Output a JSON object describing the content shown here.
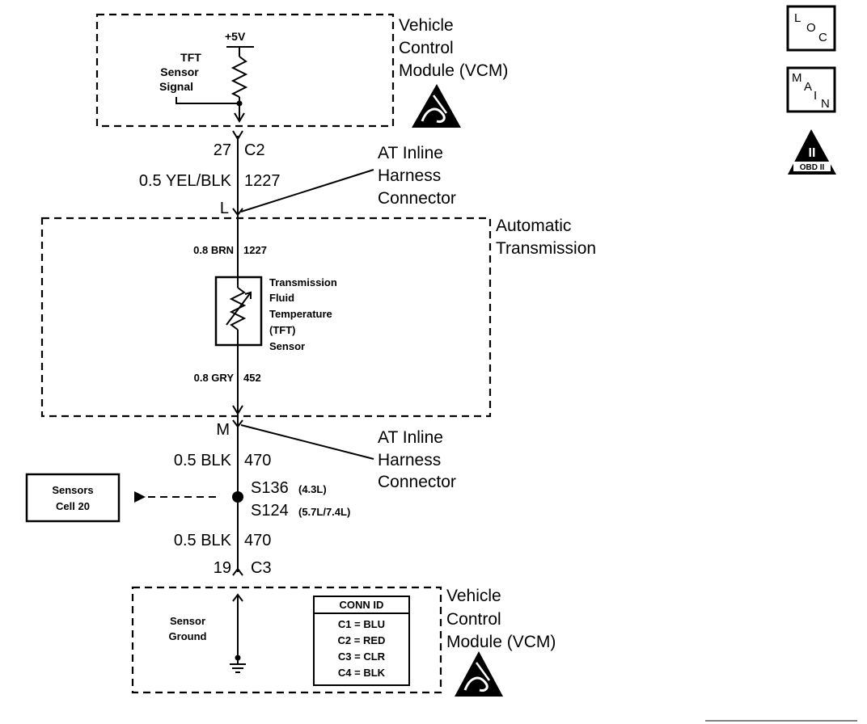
{
  "vcm_top": {
    "title_lines": [
      "Vehicle",
      "Control",
      "Module (VCM)"
    ],
    "supply": "+5V",
    "signal_lines": [
      "TFT",
      "Sensor",
      "Signal"
    ]
  },
  "connector_c2": {
    "pin": "27",
    "connector": "C2"
  },
  "wire_top": {
    "gauge_color": "0.5 YEL/BLK",
    "circuit": "1227"
  },
  "inline_connector_upper": {
    "pin": "L",
    "label_lines": [
      "AT Inline",
      "Harness",
      "Connector"
    ]
  },
  "transmission": {
    "title_lines": [
      "Automatic",
      "Transmission"
    ],
    "wire_in": {
      "gauge_color": "0.8 BRN",
      "circuit": "1227"
    },
    "sensor_lines": [
      "Transmission",
      "Fluid",
      "Temperature",
      "(TFT)",
      "Sensor"
    ],
    "wire_out": {
      "gauge_color": "0.8 GRY",
      "circuit": "452"
    }
  },
  "inline_connector_lower": {
    "pin": "M",
    "label_lines": [
      "AT Inline",
      "Harness",
      "Connector"
    ]
  },
  "wire_mid": {
    "gauge_color": "0.5 BLK",
    "circuit": "470"
  },
  "splice": {
    "s1": "S136",
    "s1_note": "(4.3L)",
    "s2": "S124",
    "s2_note": "(5.7L/7.4L)"
  },
  "reference_box": {
    "lines": [
      "Sensors",
      "Cell 20"
    ]
  },
  "wire_bottom": {
    "gauge_color": "0.5 BLK",
    "circuit": "470"
  },
  "connector_c3": {
    "pin": "19",
    "connector": "C3"
  },
  "vcm_bottom": {
    "title_lines": [
      "Vehicle",
      "Control",
      "Module (VCM)"
    ],
    "ground_lines": [
      "Sensor",
      "Ground"
    ],
    "conn_id": {
      "header": "CONN ID",
      "rows": [
        "C1 = BLU",
        "C2 = RED",
        "C3 = CLR",
        "C4 = BLK"
      ]
    }
  },
  "side_icons": {
    "loc": [
      "L",
      "O",
      "C"
    ],
    "main": [
      "M",
      "A",
      "I",
      "N"
    ],
    "obd_mark": "II",
    "obd_text": "OBD II"
  }
}
